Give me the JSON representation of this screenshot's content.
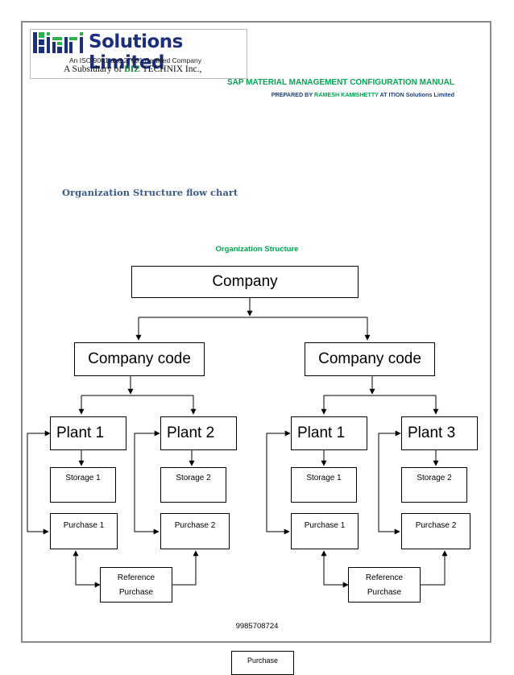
{
  "logo": {
    "name": "Solutions Limited",
    "iso": "An ISO 9001 and 27001 Certified Company",
    "subsidiary_prefix": "A Subsidiary of ",
    "subsidiary_brand": "BIZ",
    "subsidiary_suffix": " TECHNIX Inc.,",
    "mark_colors": [
      "#1d2f7a",
      "#2bb24c"
    ]
  },
  "header": {
    "title": "SAP MATERIAL MANAGEMENT CONFIGURATION MANUAL",
    "prepared_prefix": "PREPARED BY ",
    "prepared_highlight": "RAMESH KAMISHETTY",
    "prepared_suffix": " AT ITION Solutions Limited"
  },
  "section_title": "Organization Structure flow chart",
  "chart_caption": "Organization Structure",
  "org": {
    "company": "Company",
    "company_codes": [
      "Company code",
      "Company code"
    ],
    "groups": [
      {
        "plants": [
          "Plant 1",
          "Plant 2"
        ],
        "storages": [
          "Storage 1",
          "Storage 2"
        ],
        "purchases": [
          "Purchase 1",
          "Purchase 2"
        ],
        "reference_line1": "Reference",
        "reference_line2": "Purchase"
      },
      {
        "plants": [
          "Plant 1",
          "Plant 3"
        ],
        "storages": [
          "Storage 1",
          "Storage 2"
        ],
        "purchases": [
          "Purchase 1",
          "Purchase 2"
        ],
        "reference_line1": "Reference",
        "reference_line2": "Purchase"
      }
    ]
  },
  "footer": {
    "phone": "9985708724",
    "next_page_box": "Purchase"
  },
  "colors": {
    "accent_green": "#00a651",
    "title_blue": "#3b5a88",
    "brand_navy": "#1d2f7a"
  }
}
